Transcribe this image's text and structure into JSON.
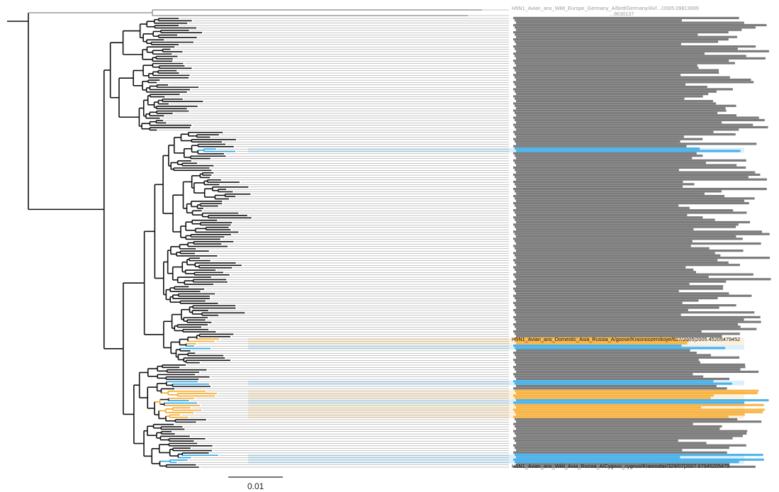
{
  "colors": {
    "default": "#111111",
    "outgroup": "#9a9a9a",
    "domestic_highlight": "#f5a623",
    "wild_highlight": "#27a3e6",
    "guide": "#8c8c8c"
  },
  "scale_bar": {
    "label": "0.01",
    "length": 0.01
  },
  "labels": {
    "top_outgroup_1": "H5N1_Avian_ans_Wild_Europe_Germany_A/bird/Germany/AV/.../2005.09813699",
    "top_outgroup_2": "...8630137",
    "domestic_russia": "H5N1_Avian_ans_Domestic_Asia_Russia_A/goose/Krasnoozerskoye/627/2005|2005.45205479452",
    "wild_asia_last": "H5N1_Avian_ans_Wild_Asia_Russia_A/Cygnus_cygnus/Krasnodar/329/07|2007.67945205479"
  }
}
